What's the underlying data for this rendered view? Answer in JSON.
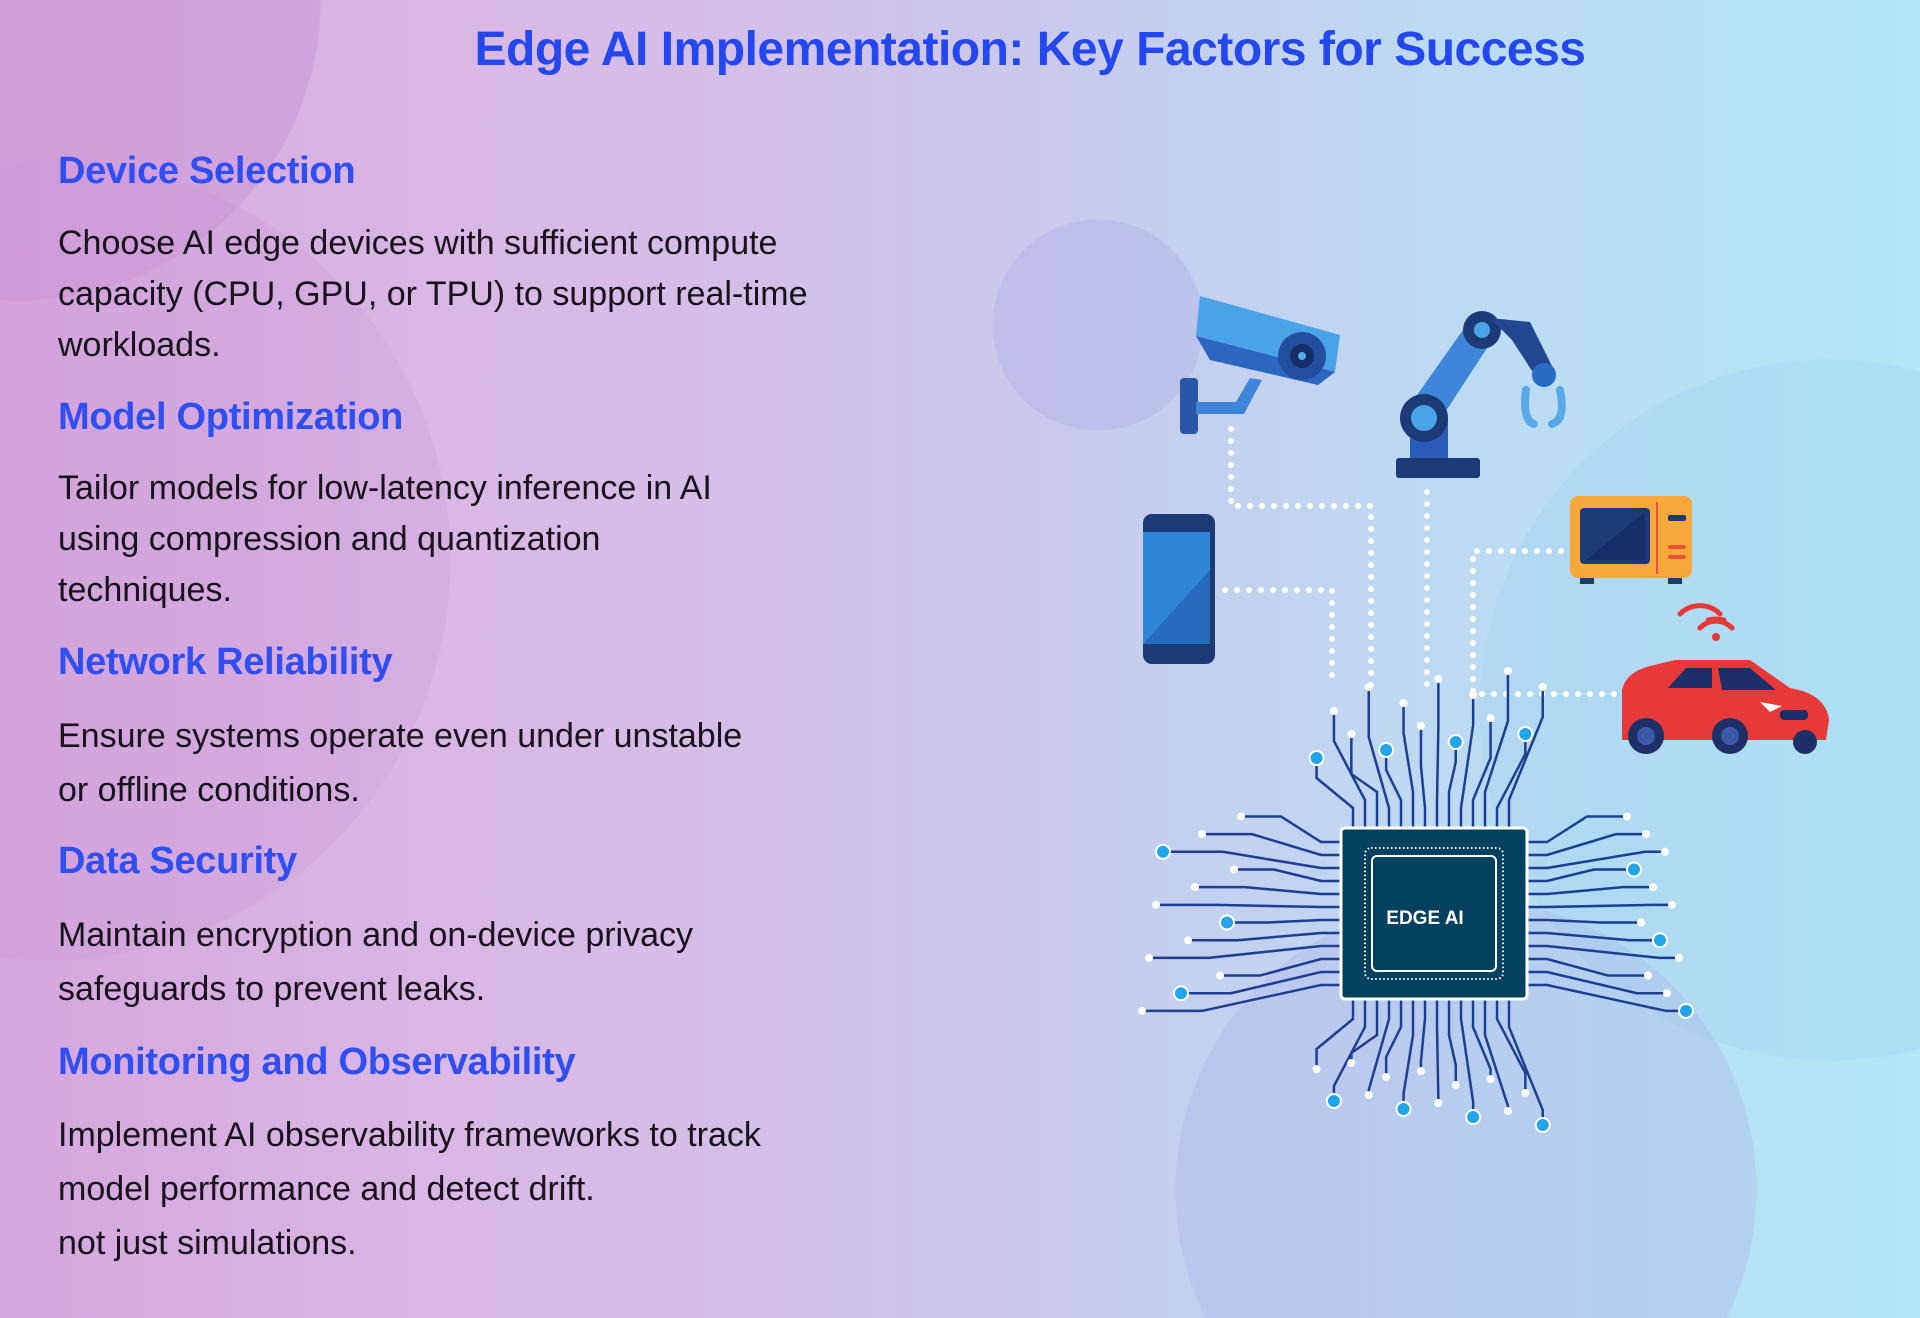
{
  "title": "Edge AI Implementation: Key Factors for Success",
  "sections": [
    {
      "heading": "Device Selection",
      "lines": [
        "Choose AI edge devices with sufficient compute",
        "capacity (CPU, GPU, or TPU) to support real-time",
        "workloads."
      ]
    },
    {
      "heading": "Model Optimization",
      "lines": [
        "Tailor models for low-latency inference in AI",
        "using compression and quantization",
        "techniques."
      ]
    },
    {
      "heading": "Network Reliability",
      "lines": [
        "Ensure systems operate even under unstable",
        "or offline conditions."
      ]
    },
    {
      "heading": "Data Security",
      "lines": [
        "Maintain encryption and on-device privacy",
        "safeguards to prevent leaks."
      ]
    },
    {
      "heading": "Monitoring and Observability",
      "lines": [
        "Implement AI observability frameworks to track",
        "model performance and detect drift.",
        "not just simulations."
      ]
    }
  ],
  "illustration": {
    "chip_label": "EDGE AI",
    "devices": [
      "security-camera",
      "robotic-arm",
      "smartphone",
      "microwave",
      "connected-car"
    ]
  },
  "colors": {
    "title": "#2547ef",
    "heading": "#2f4ff2",
    "body": "#17121d",
    "chip": "#03415f",
    "trace": "#1d3f8f",
    "node": "#22a6e8",
    "car": "#e8393a",
    "microwave": "#f6a93a"
  }
}
